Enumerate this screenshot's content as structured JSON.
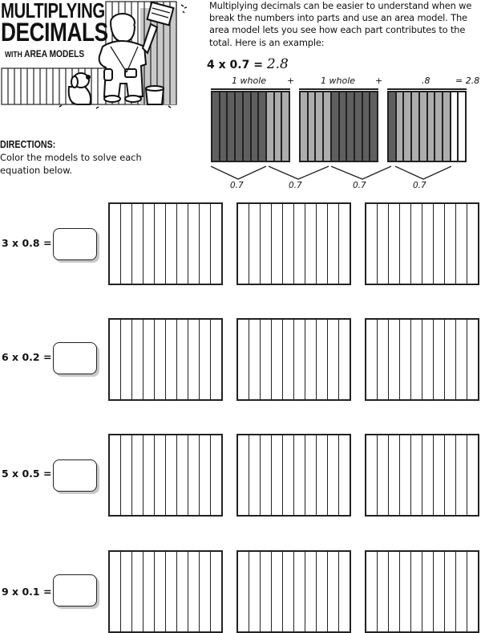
{
  "header": {
    "title_line1": "MULTIPLYING",
    "title_line2": "DECIMALS",
    "subtitle_small": "WITH",
    "subtitle": "AREA MODELS",
    "illustration": "painter-with-dog-fence-icon"
  },
  "intro": {
    "text": "Multiplying decimals can be easier to understand when we break the numbers into parts and use an area model. The area model lets you see how each part contributes to the total. Here is an example:"
  },
  "example": {
    "equation": "4 x 0.7 =",
    "answer": "2.8",
    "part_labels": [
      "1 whole",
      "+",
      "1 whole",
      "+",
      ".8",
      "= 2.8"
    ],
    "boxes": [
      {
        "columns": [
          "dark",
          "dark",
          "dark",
          "dark",
          "dark",
          "dark",
          "dark",
          "light",
          "light",
          "light"
        ]
      },
      {
        "columns": [
          "light",
          "light",
          "light",
          "light",
          "dark",
          "dark",
          "dark",
          "dark",
          "dark",
          "dark"
        ]
      },
      {
        "columns": [
          "dark",
          "light",
          "light",
          "light",
          "light",
          "light",
          "light",
          "light",
          "white",
          "white"
        ]
      }
    ],
    "group_labels": [
      "0.7",
      "0.7",
      "0.7",
      "0.7"
    ],
    "colors": {
      "dark": "#5f5f5f",
      "light": "#adadad",
      "white": "#ffffff",
      "line": "#222222"
    }
  },
  "directions": {
    "heading": "DIRECTIONS:",
    "text": "Color the models to solve each equation below."
  },
  "problems": [
    {
      "equation": "3 x 0.8 =",
      "answer": "",
      "models": 3,
      "columns_per_model": 10
    },
    {
      "equation": "6 x 0.2 =",
      "answer": "",
      "models": 3,
      "columns_per_model": 10
    },
    {
      "equation": "5 x 0.5 =",
      "answer": "",
      "models": 3,
      "columns_per_model": 10
    },
    {
      "equation": "9 x 0.1 =",
      "answer": "",
      "models": 3,
      "columns_per_model": 10
    }
  ]
}
